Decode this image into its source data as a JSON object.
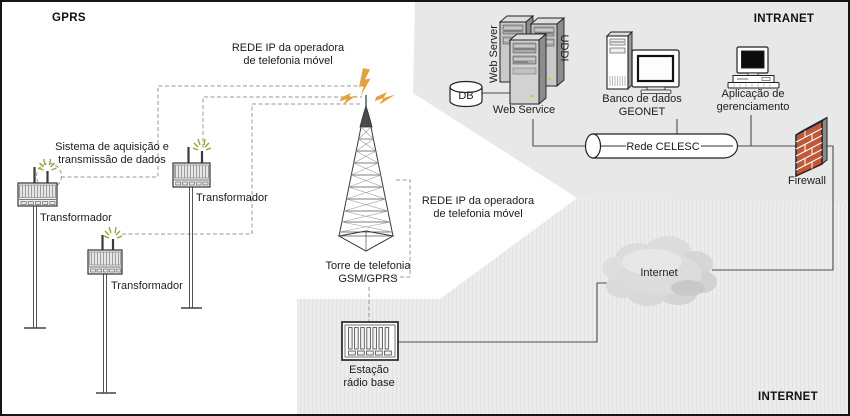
{
  "sections": {
    "gprs": "GPRS",
    "intranet": "INTRANET",
    "internet": "INTERNET"
  },
  "labels": {
    "rede_ip_top_line1": "REDE IP da operadora",
    "rede_ip_top_line2": "de telefonia móvel",
    "rede_ip_mid_line1": "REDE IP da operadora",
    "rede_ip_mid_line2": "de telefonia móvel",
    "sistema_line1": "Sistema de aquisição e",
    "sistema_line2": "transmissão de dados",
    "transformador": "Transformador",
    "torre_line1": "Torre de telefonia",
    "torre_line2": "GSM/GPRS",
    "estacao_line1": "Estação",
    "estacao_line2": "rádio base",
    "web_server": "Web Server",
    "uddi": "UDDI",
    "web_service": "Web Service",
    "db": "DB",
    "banco_line1": "Banco de dados",
    "banco_line2": "GEONET",
    "aplicacao_line1": "Aplicação de",
    "aplicacao_line2": "gerenciamento",
    "rede_celesc": "Rede CELESC",
    "firewall": "Firewall",
    "internet_cloud": "Internet"
  },
  "colors": {
    "region_gray": "#e8e8e8",
    "bolt_orange": "#e2a23d",
    "spark_green": "#8fa33c",
    "brick_red": "#c0583a",
    "solid_line": "#4d4d4d",
    "dashed_line": "#9a9a9a"
  }
}
